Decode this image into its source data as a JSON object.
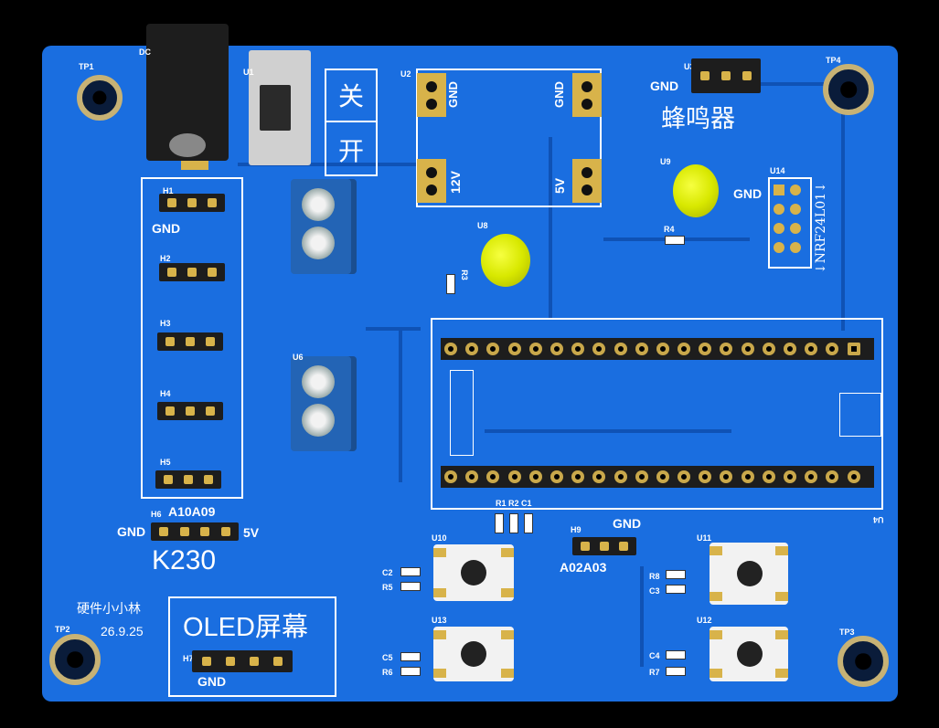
{
  "board": {
    "designer": "硬件小小林",
    "date": "26.9.25",
    "model": "K230",
    "colors": {
      "board": "#1a6ee0",
      "silk": "#ffffff",
      "pad": "#d8b34a",
      "led": "#e6f200"
    }
  },
  "labels": {
    "tp1": "TP1",
    "tp2": "TP2",
    "tp3": "TP3",
    "tp4": "TP4",
    "dc": "DC",
    "u1": "U1",
    "off": "关",
    "on": "开",
    "u2": "U2",
    "gnd_tl": "GND",
    "gnd_tr": "GND",
    "v12": "12V",
    "v5": "5V",
    "u3": "U3",
    "buzzer_gnd": "GND",
    "buzzer": "蜂鸣器",
    "u9": "U9",
    "r4": "R4",
    "u14": "U14",
    "nrf_gnd": "GND",
    "nrf": "↓NRF24L01↓",
    "u8": "U8",
    "r3": "R3",
    "h1": "H1",
    "h1_gnd": "GND",
    "h2": "H2",
    "h3": "H3",
    "h4": "H4",
    "h5": "H5",
    "u6": "U6",
    "h6": "H6",
    "h6_pins": "A10A09",
    "h6_gnd": "GND",
    "h6_5v": "5V",
    "u4": "U4",
    "r1r2c1": "R1 R2 C1",
    "h9": "H9",
    "h9_gnd": "GND",
    "h9_pins": "A02A03",
    "u10": "U10",
    "c2": "C2",
    "r5": "R5",
    "u11": "U11",
    "r8": "R8",
    "c3": "C3",
    "u13": "U13",
    "c5": "C5",
    "r6": "R6",
    "u12": "U12",
    "c4": "C4",
    "r7": "R7",
    "oled": "OLED屏幕",
    "h7": "H7",
    "oled_gnd": "GND"
  }
}
